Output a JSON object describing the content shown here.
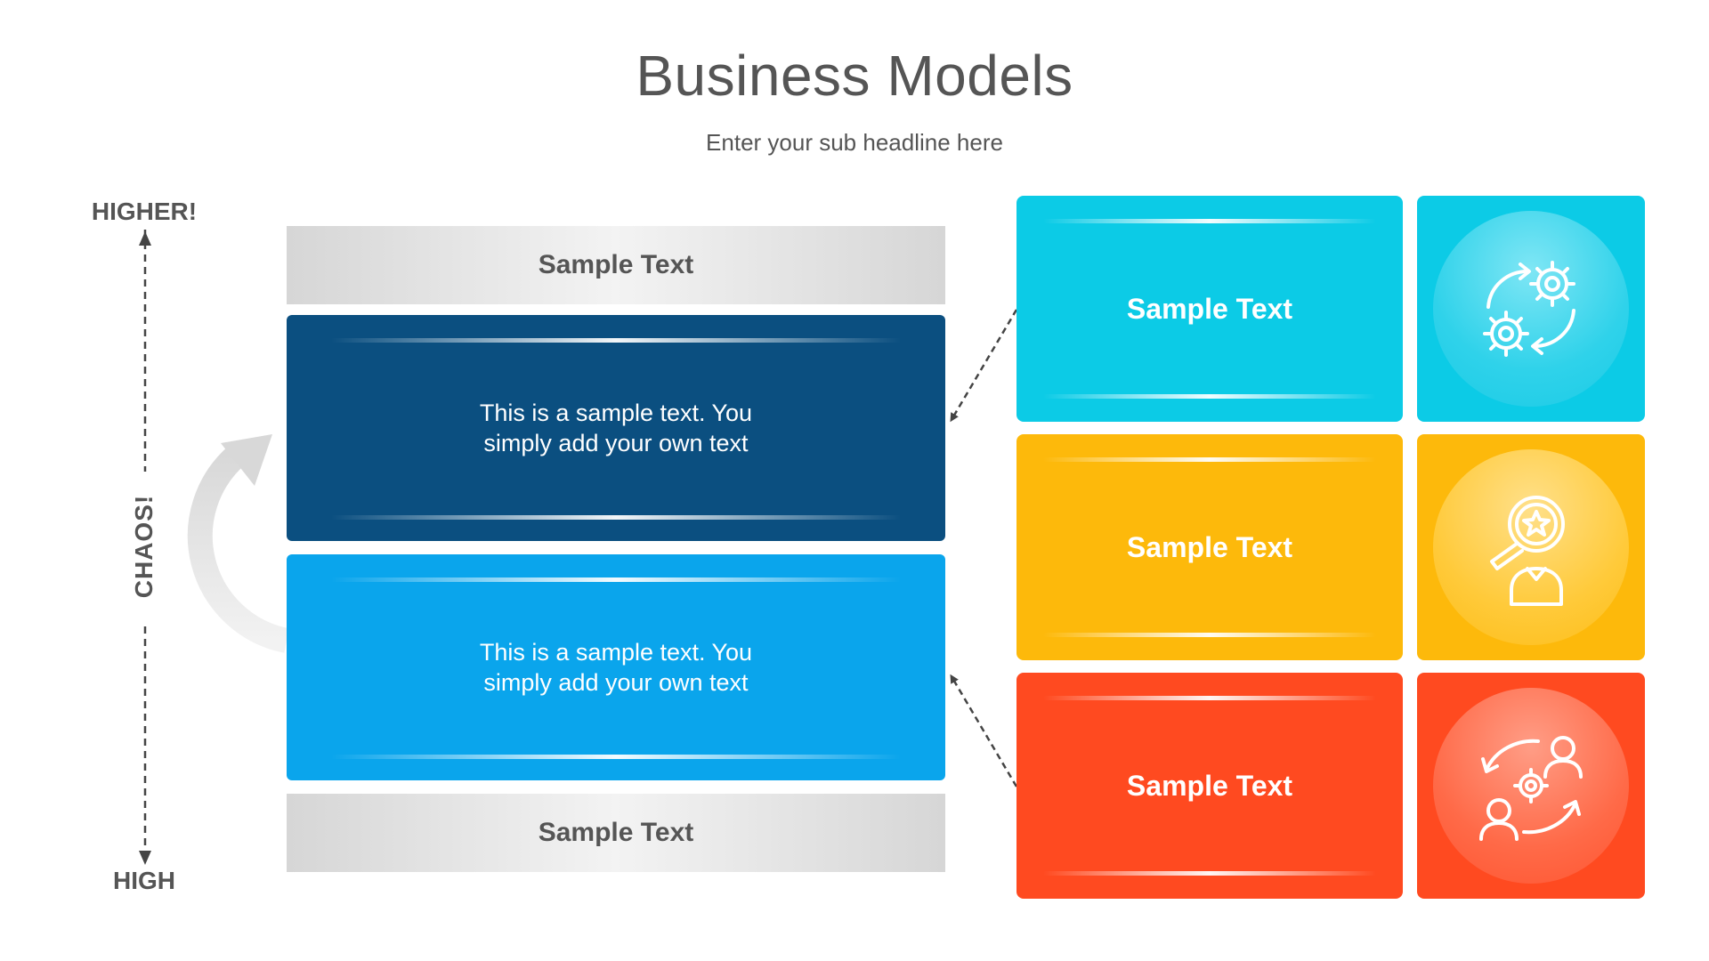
{
  "header": {
    "title": "Business Models",
    "subtitle": "Enter your sub headline here"
  },
  "axis": {
    "top_label": "HIGHER!",
    "middle_label": "CHAOS!",
    "bottom_label": "HIGH"
  },
  "stack": {
    "top_gray": "Sample Text",
    "dark_block": {
      "line1": "This is a sample text. You",
      "line2": "simply add your own text"
    },
    "light_block": {
      "line1": "This is a sample text. You",
      "line2": "simply add your own text"
    },
    "bottom_gray": "Sample Text"
  },
  "cards": [
    {
      "label": "Sample Text",
      "color": "#0ccbe6",
      "icon": "gears-cycle-icon"
    },
    {
      "label": "Sample Text",
      "color": "#fdb90b",
      "icon": "search-person-star-icon"
    },
    {
      "label": "Sample Text",
      "color": "#ff4a20",
      "icon": "people-exchange-gear-icon"
    }
  ],
  "colors": {
    "dark_blue": "#0b4f80",
    "light_blue": "#0aa5ec",
    "gray_text": "#555555"
  }
}
